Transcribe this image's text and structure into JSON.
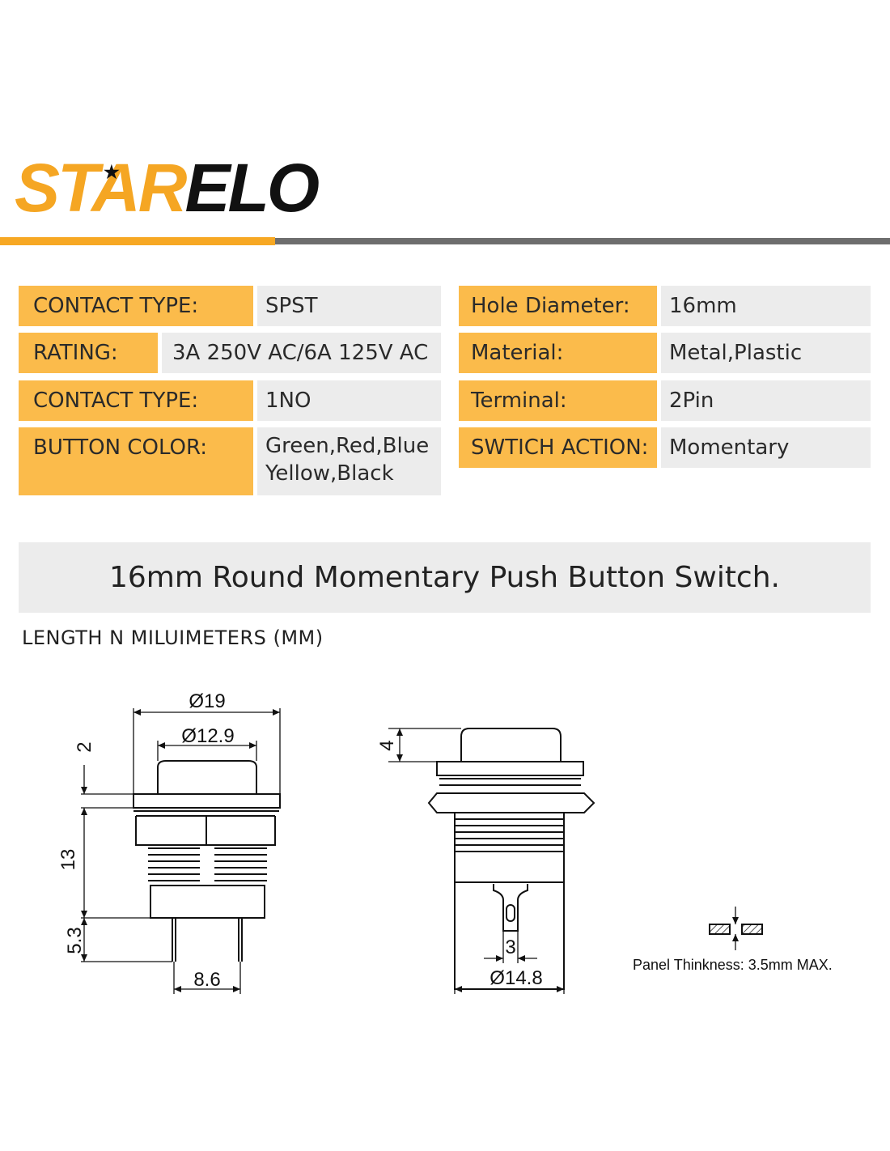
{
  "brand": {
    "logo_part1": "STAR",
    "logo_part2": "ELO",
    "colors": {
      "accent": "#f7a823",
      "label_bg": "#fbbb4b",
      "value_bg": "#ececec",
      "divider": "#6e6e6e"
    }
  },
  "specs_left": [
    {
      "label": "CONTACT TYPE:",
      "value": "SPST"
    },
    {
      "label": "RATING:",
      "value": "3A 250V AC/6A 125V AC"
    },
    {
      "label": "CONTACT TYPE:",
      "value": "1NO"
    },
    {
      "label": "BUTTON COLOR:",
      "value_line1": "Green,Red,Blue",
      "value_line2": "Yellow,Black"
    }
  ],
  "specs_right": [
    {
      "label": "Hole Diameter:",
      "value": "16mm"
    },
    {
      "label": "Material:",
      "value": "Metal,Plastic"
    },
    {
      "label": "Terminal:",
      "value": "2Pin"
    },
    {
      "label": "SWTICH ACTION:",
      "value": "Momentary"
    }
  ],
  "product_title": "16mm Round Momentary Push Button Switch.",
  "units_note": "LENGTH N MILUIMETERS (MM)",
  "dimensions": {
    "outer_diameter": "Ø19",
    "cap_diameter": "Ø12.9",
    "cap_height": "2",
    "body_height": "13",
    "pin_length": "5.3",
    "pin_spacing": "8.6",
    "side_cap_height": "4",
    "terminal_width": "3",
    "body_diameter": "Ø14.8"
  },
  "panel_note": "Panel Thinkness: 3.5mm MAX."
}
